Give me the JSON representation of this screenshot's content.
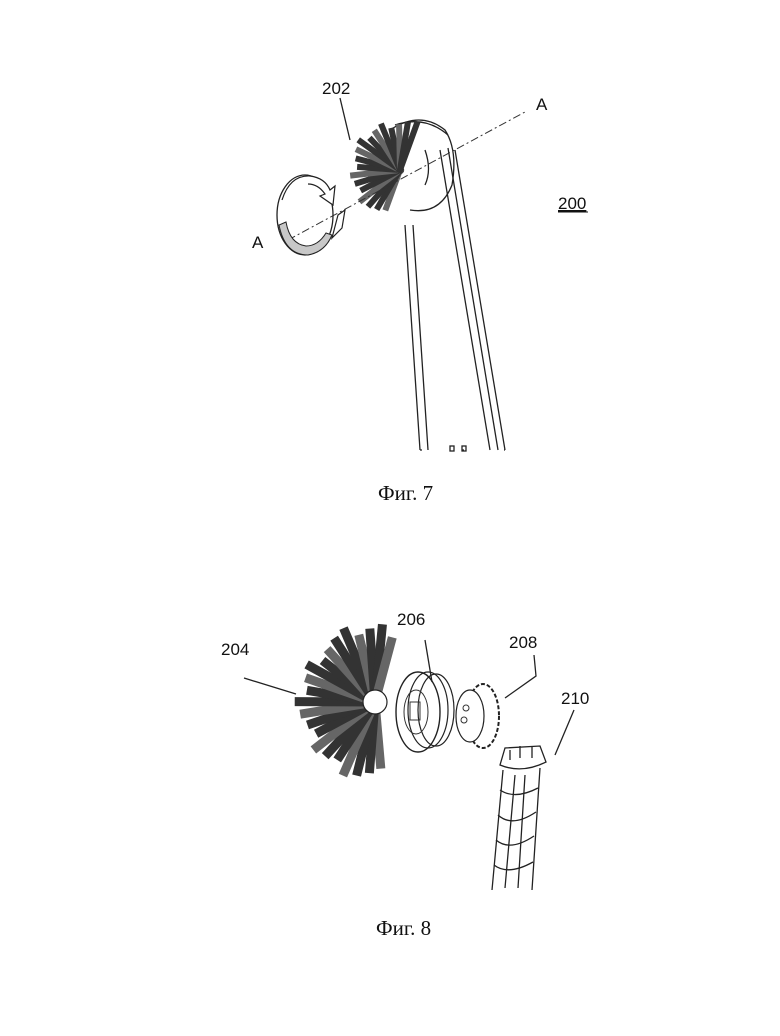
{
  "figure7": {
    "caption": "Фиг. 7",
    "labels": {
      "brush": "202",
      "device": "200",
      "axis_top": "A",
      "axis_left": "A"
    }
  },
  "figure8": {
    "caption": "Фиг. 8",
    "labels": {
      "brush": "204",
      "ring": "206",
      "gear": "208",
      "shaft": "210"
    }
  }
}
